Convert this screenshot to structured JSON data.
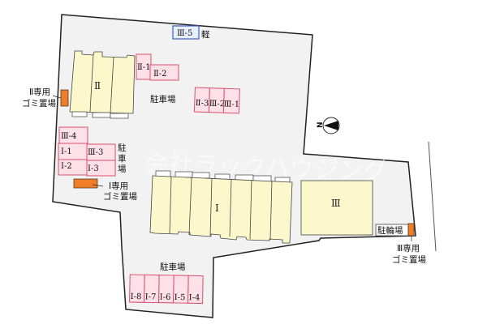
{
  "buildings": [
    {
      "id": "bldg-2",
      "label": "Ⅱ"
    },
    {
      "id": "bldg-1",
      "label": "Ⅰ"
    },
    {
      "id": "bldg-3",
      "label": "Ⅲ"
    }
  ],
  "parking_areas": [
    {
      "label": "駐車場"
    },
    {
      "label": "駐車場"
    },
    {
      "label": "駐車場"
    }
  ],
  "parking_vertical": [
    "駐",
    "車",
    "場"
  ],
  "parking_spaces": {
    "p35": "Ⅲ-5",
    "p35_note": "軽",
    "p21": "Ⅱ-1",
    "p22": "Ⅱ-2",
    "p23": "Ⅱ-3",
    "p32": "Ⅲ-2",
    "p31": "Ⅲ-1",
    "p34": "Ⅲ-4",
    "p11": "Ⅰ-1",
    "p33": "Ⅲ-3",
    "p12": "Ⅰ-2",
    "p13": "Ⅰ-3",
    "p18": "Ⅰ-8",
    "p17": "Ⅰ-7",
    "p16": "Ⅰ-6",
    "p15": "Ⅰ-5",
    "p14": "Ⅰ-4"
  },
  "trash_areas": {
    "t2_line1": "Ⅱ専用",
    "t2_line2": "ゴミ置場",
    "t1_line1": "Ⅰ専用",
    "t1_line2": "ゴミ置場",
    "t3_line1": "Ⅲ専用",
    "t3_line2": "ゴミ置場"
  },
  "bicycle_parking": "駐輪場",
  "compass": {
    "label": "N"
  },
  "watermark": "会社ラックハウジング",
  "colors": {
    "building": "#fdf8cc",
    "parking": "#fde0e8",
    "kei_parking": "#e6f0ff",
    "trash": "#f07d28",
    "lot": "#f2f2f2"
  }
}
